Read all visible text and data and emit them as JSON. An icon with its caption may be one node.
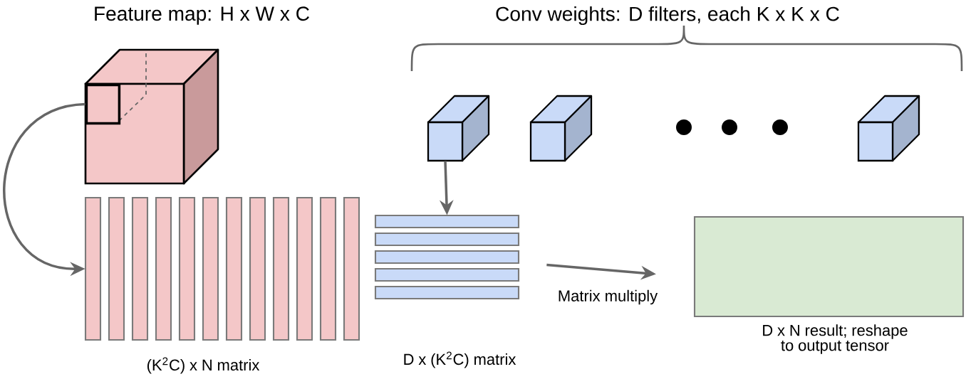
{
  "diagram": {
    "nodes": [
      {
        "text": [
          "Feature map: H x W x C"
        ]
      },
      {
        "text": [],
        "shape": "box",
        "in": 0
      },
      {
        "text": [],
        "shape": "bar",
        "beside": [
          "(K$^{2}$C) x N matrix"
        ]
      },
      {
        "text": [],
        "shape": "box"
      },
      {
        "text": [],
        "shape": "box"
      },
      {
        "text": [],
        "shape": "box"
      },
      {
        "text": [],
        "shape": "bar",
        "beside": [
          "D x (K$^{2}$C) matrix"
        ]
      },
      {
        "text": [],
        "shape": "box",
        "beside": [
          "D x N result; reshape to output tensor"
        ]
      }
    ],
    "edges": [
      {
        "from": 1,
        "to": 2,
        "arrow": "to"
      },
      {
        "from": 3,
        "to": 6,
        "arrow": "to"
      },
      {
        "from": 6,
        "to": 7,
        "arrow": "to",
        "label": "Matrix multiply"
      }
    ],
    "labels": [
      "Conv weights: D filters, each K x K x C"
    ]
  }
}
